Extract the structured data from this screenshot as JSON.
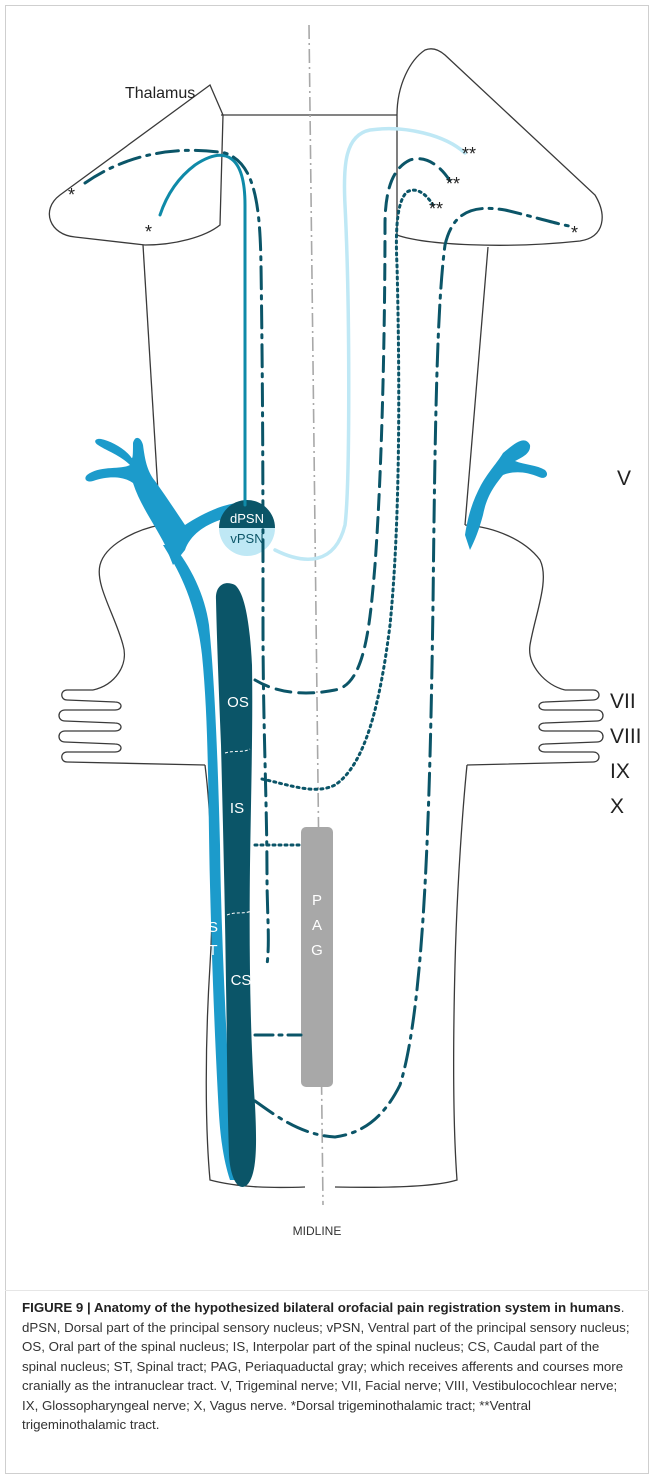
{
  "diagram": {
    "labels": {
      "thalamus": "Thalamus",
      "dpsn": "dPSN",
      "vpsn": "vPSN",
      "os": "OS",
      "is": "IS",
      "cs": "CS",
      "st_s": "S",
      "st_t": "T",
      "pag": [
        "P",
        "A",
        "G"
      ],
      "midline": "MIDLINE",
      "single_asterisk": "*",
      "double_asterisk": "**"
    },
    "nerves": [
      "V",
      "VII",
      "VIII",
      "IX",
      "X"
    ],
    "colors": {
      "dark_teal": "#0b5568",
      "medium_blue": "#1c9bcb",
      "light_blue": "#bfe8f5",
      "gray": "#a8a8a8",
      "outline": "#3a3a3a"
    }
  },
  "caption": {
    "figure_label": "FIGURE 9 | ",
    "title": "Anatomy of the hypothesized bilateral orofacial pain registration system in humans",
    "body": ". dPSN, Dorsal part of the principal sensory nucleus; vPSN, Ventral part of the principal sensory nucleus; OS, Oral part of the spinal nucleus; IS, Interpolar part of the spinal nucleus; CS, Caudal part of the spinal nucleus; ST, Spinal tract; PAG, Periaquaductal gray; which receives afferents and courses more cranially as the intranuclear tract. V, Trigeminal nerve; VII, Facial nerve; VIII, Vestibulocochlear nerve; IX, Glossopharyngeal nerve; X, Vagus nerve. *Dorsal trigeminothalamic tract; **Ventral trigeminothalamic tract."
  }
}
